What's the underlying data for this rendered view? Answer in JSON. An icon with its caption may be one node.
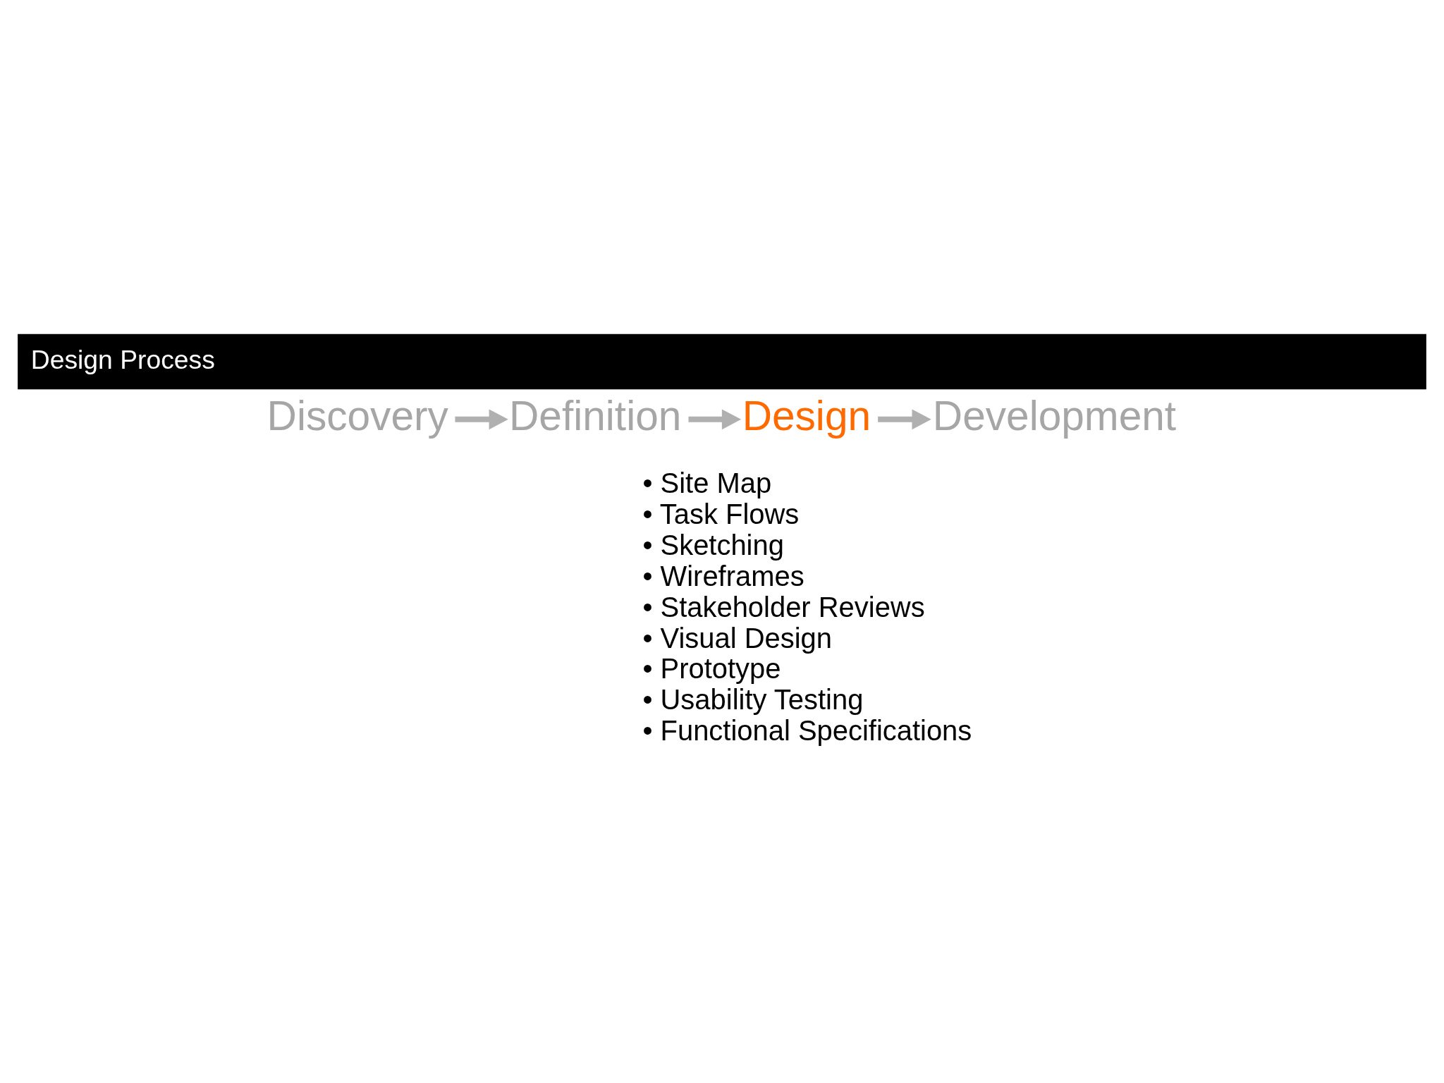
{
  "diagram": {
    "title": "Design Process",
    "nodes": [
      {
        "text": [
          "Discovery"
        ]
      },
      {
        "text": [
          "Definition"
        ]
      },
      {
        "text": [
          "Design"
        ],
        "beside": [
          "• Site Map",
          "• Task Flows",
          "• Sketching",
          "• Wireframes",
          "• Stakeholder Reviews",
          "• Visual Design",
          "• Prototype",
          "• Usability Testing",
          "• Functional Specifications"
        ]
      },
      {
        "text": [
          "Development"
        ]
      }
    ],
    "edges": [
      {
        "from": 0,
        "to": 1,
        "arrow": "to"
      },
      {
        "from": 1,
        "to": 2,
        "arrow": "to"
      },
      {
        "from": 2,
        "to": 3,
        "arrow": "to"
      }
    ]
  }
}
